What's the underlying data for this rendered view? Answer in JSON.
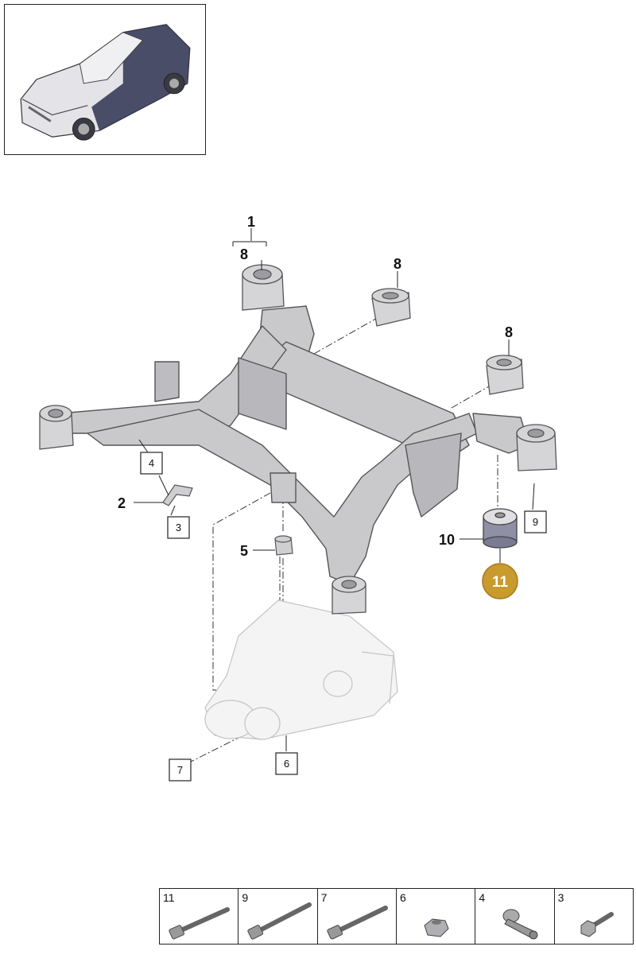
{
  "callouts": {
    "c1": "1",
    "c2": "2",
    "c3": "3",
    "c4": "4",
    "c5": "5",
    "c6": "6",
    "c7": "7",
    "c8a": "8",
    "c8b": "8",
    "c8c": "8",
    "c9": "9",
    "c10": "10",
    "c11": "11"
  },
  "highlight": {
    "part": "11",
    "color": "#c99a2e"
  },
  "colors": {
    "frame_fill": "#c9c9cc",
    "frame_stroke": "#555555",
    "bushing_fill": "#d5d5d8",
    "highlight_part": "#8f8fa6"
  },
  "fastener_strip": {
    "items": [
      {
        "number": "11",
        "icon": "long-bolt-icon"
      },
      {
        "number": "9",
        "icon": "long-bolt-icon"
      },
      {
        "number": "7",
        "icon": "long-bolt-icon"
      },
      {
        "number": "6",
        "icon": "hex-nut-icon"
      },
      {
        "number": "4",
        "icon": "flange-bushing-icon"
      },
      {
        "number": "3",
        "icon": "short-bolt-icon"
      }
    ]
  }
}
